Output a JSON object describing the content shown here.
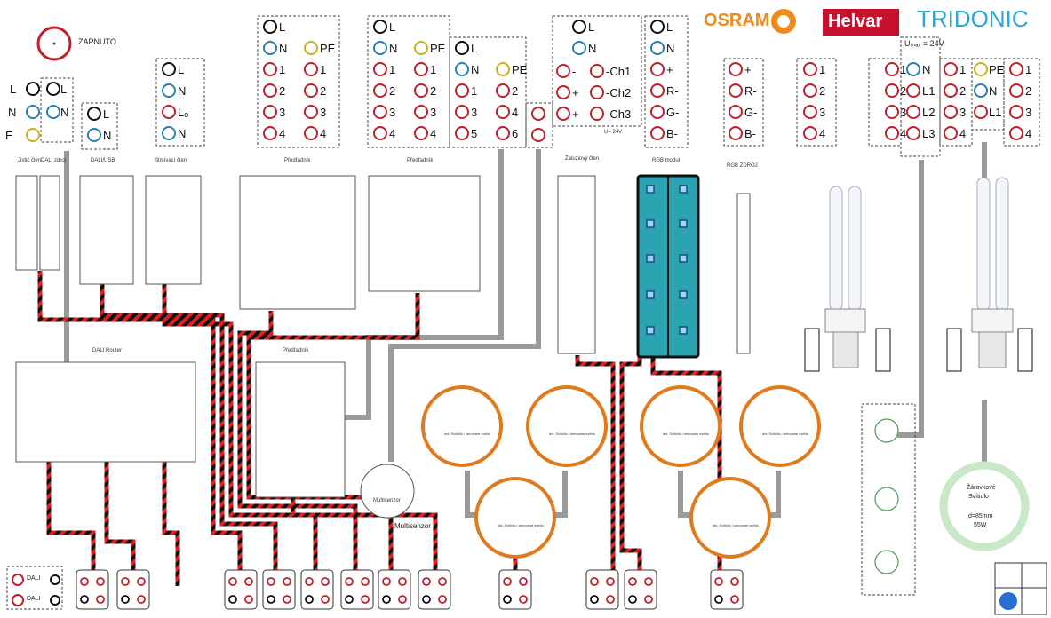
{
  "power_indicator": {
    "label": "ZAPNUTO"
  },
  "logos": {
    "osram": "OSRAM",
    "helvar": "Helvar",
    "tridonic": "TRIDONIC"
  },
  "colors": {
    "live": "#c0202a",
    "neutral": "#2a7fb0",
    "pe": "#c9b21a",
    "black": "#111111",
    "cable_gray": "#9a9a9a",
    "cable_red": "#e02020",
    "orange": "#e07a1e",
    "teal": "#2aa7b5",
    "green_ring": "#c8e8c8"
  },
  "modules": [
    {
      "id": "jistic",
      "label": "Jistič člen"
    },
    {
      "id": "dali_zdroj",
      "label": "DALI zdroj"
    },
    {
      "id": "dali_usb",
      "label": "DALI/USB"
    },
    {
      "id": "stmivaci",
      "label": "Stmívací člen"
    },
    {
      "id": "predradnik1",
      "label": "Předřadník"
    },
    {
      "id": "predradnik2",
      "label": "Předřadník"
    },
    {
      "id": "zaluziovy",
      "label": "Žaluziový člen"
    },
    {
      "id": "rgb_modul",
      "label": "RGB modul"
    },
    {
      "id": "rgb_zdroj",
      "label": "RGB ZDROJ"
    },
    {
      "id": "dali_router",
      "label": "DALI Router"
    },
    {
      "id": "predradnik3",
      "label": "Předřadník"
    }
  ],
  "terminals": {
    "main": [
      "L",
      "N",
      "PE"
    ],
    "main_left": [
      "L",
      "N",
      "L",
      "N",
      "E"
    ],
    "dali_usb": [
      "L",
      "N"
    ],
    "stmivaci": [
      "L",
      "N",
      "Lₒ",
      "N"
    ],
    "pred1": [
      "L",
      "N",
      "PE",
      "1",
      "1",
      "2",
      "2",
      "3",
      "3",
      "4",
      "4"
    ],
    "pred2": [
      "L",
      "N",
      "PE",
      "1",
      "1",
      "2",
      "2",
      "3",
      "3",
      "4",
      "4"
    ],
    "pred3": [
      "L",
      "N",
      "PE",
      "1",
      "2",
      "3",
      "4",
      "5",
      "6"
    ],
    "zaluzie": [
      "L",
      "N",
      "-",
      "-Ch1",
      "+",
      "-Ch2",
      "+",
      "-Ch3"
    ],
    "zaluzie_note": "U= 24V",
    "rgb": [
      "L",
      "N",
      "+",
      "R-",
      "G-",
      "B-"
    ],
    "rgb_zdroj": [
      "+",
      "R-",
      "G-",
      "B-"
    ],
    "osram_cols": [
      "1",
      "2",
      "3",
      "4"
    ],
    "umax": "Uₘₐₓ = 24V",
    "tri_mid": [
      "N",
      "L1",
      "L2",
      "L3"
    ],
    "tri_pe": [
      "PE",
      "N",
      "L1"
    ],
    "dali_bottom": "DALI"
  },
  "sensors": {
    "multisensor_inner": "Multisenzor",
    "multisensor_label": "Multisenzor"
  },
  "ring_lamps_text": "led. Svítidlo / stmívané světlo",
  "circular_lamp": {
    "line1": "Žárovkové",
    "line2": "Svítidlo",
    "line3": "d=85mm",
    "line4": "55W"
  }
}
